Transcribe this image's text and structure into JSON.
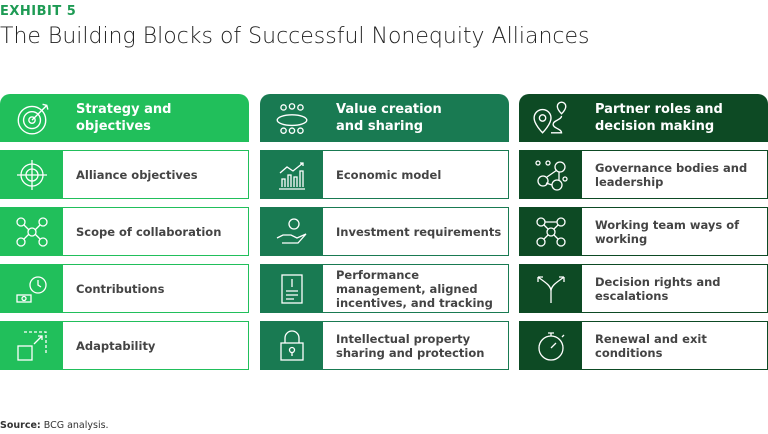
{
  "exhibit": "EXHIBIT 5",
  "title": "The Building Blocks of Successful Nonequity Alliances",
  "colors": {
    "col1": "#21bf5b",
    "col2": "#197a52",
    "col3": "#0d4a24"
  },
  "columns": [
    {
      "header": "Strategy and objectives",
      "header_icon": "target-arrow-icon",
      "rows": [
        {
          "label": "Alliance objectives",
          "icon": "crosshair-icon"
        },
        {
          "label": "Scope of collaboration",
          "icon": "network-icon"
        },
        {
          "label": "Contributions",
          "icon": "money-clock-icon"
        },
        {
          "label": "Adaptability",
          "icon": "expand-icon"
        }
      ]
    },
    {
      "header": "Value creation and sharing",
      "header_icon": "team-table-icon",
      "rows": [
        {
          "label": "Economic model",
          "icon": "bar-chart-icon"
        },
        {
          "label": "Investment requirements",
          "icon": "hand-money-icon"
        },
        {
          "label": "Performance management, aligned incentives, and tracking",
          "icon": "document-icon"
        },
        {
          "label": "Intellectual property sharing and protection",
          "icon": "lock-icon"
        }
      ]
    },
    {
      "header": "Partner roles and decision making",
      "header_icon": "map-route-icon",
      "rows": [
        {
          "label": "Governance bodies and leadership",
          "icon": "people-network-icon"
        },
        {
          "label": "Working team ways of working",
          "icon": "team-network-icon"
        },
        {
          "label": "Decision rights and escalations",
          "icon": "split-arrows-icon"
        },
        {
          "label": "Renewal and exit conditions",
          "icon": "stopwatch-icon"
        }
      ]
    }
  ],
  "source_label": "Source:",
  "source_text": " BCG analysis."
}
